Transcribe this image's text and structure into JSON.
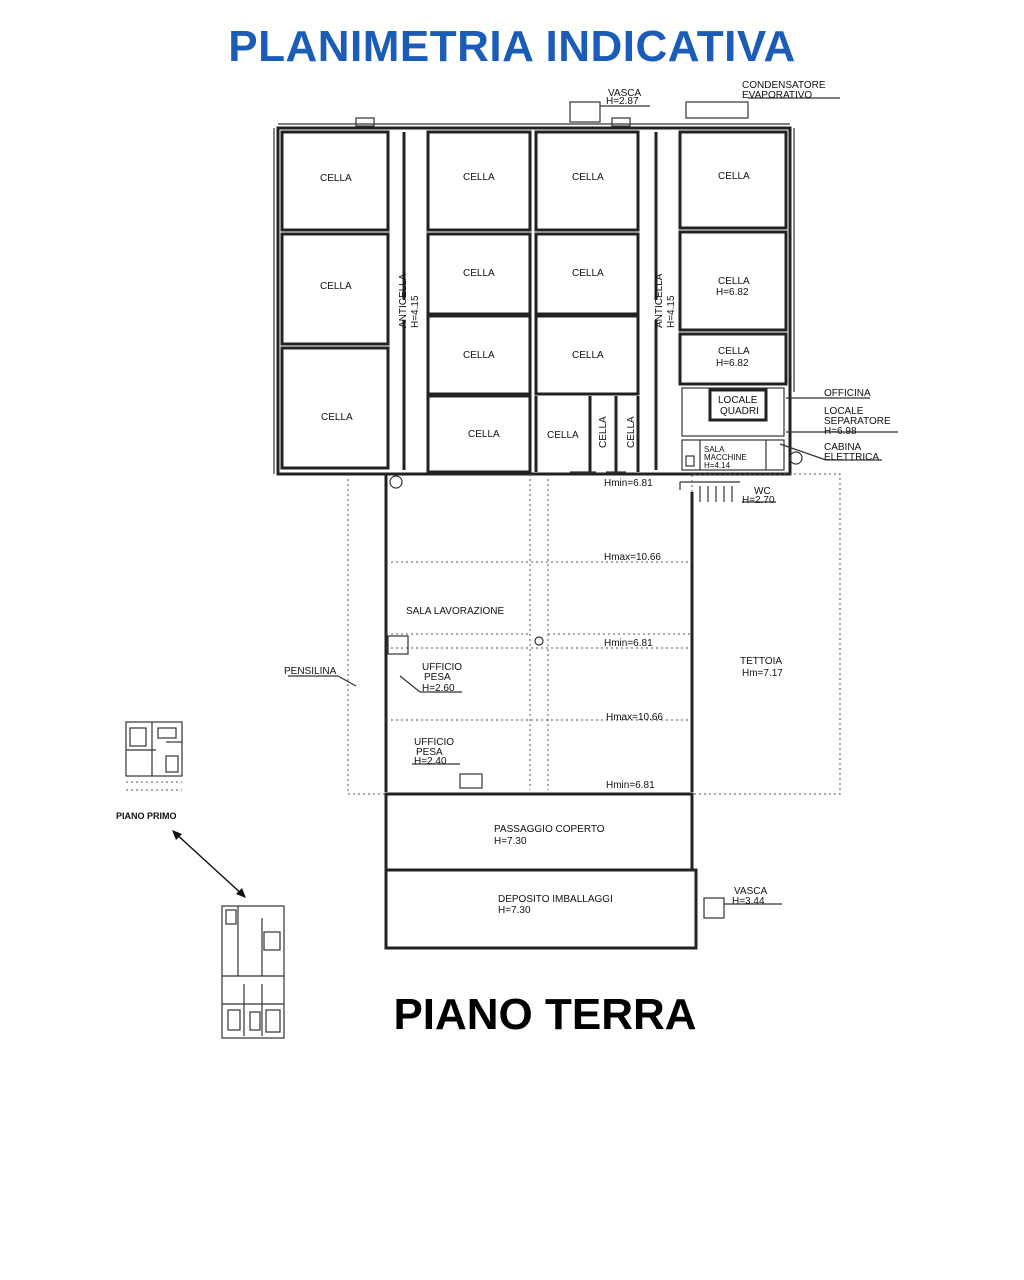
{
  "title": "PLANIMETRIA INDICATIVA",
  "floor_label": "PIANO TERRA",
  "mini_label": "PIANO PRIMO",
  "rooms": {
    "cella": "CELLA",
    "cella_h682": "H=6.82",
    "anticella": "ANTICELLA",
    "anticella_h": "H=4.15",
    "vasca_top": "VASCA",
    "vasca_top_h": "H=2.87",
    "condensatore_1": "CONDENSATORE",
    "condensatore_2": "EVAPORATIVO",
    "officina": "OFFICINA",
    "locale_quadri_1": "LOCALE",
    "locale_quadri_2": "QUADRI",
    "locale_sep_1": "LOCALE",
    "locale_sep_2": "SEPARATORE",
    "locale_sep_h": "H=6.98",
    "cabina_1": "CABINA",
    "cabina_2": "ELETTRICA",
    "sala_macchine_1": "SALA",
    "sala_macchine_2": "MACCHINE",
    "sala_macchine_h": "H=4.14",
    "wc": "WC",
    "wc_h": "H=2.70",
    "hmin": "Hmin=6.81",
    "hmax": "Hmax=10.66",
    "sala_lavorazione": "SALA LAVORAZIONE",
    "ufficio": "UFFICIO",
    "pesa": "PESA",
    "ufficio1_h": "H=2.60",
    "ufficio2_h": "H=2.40",
    "pensilina": "PENSILINA",
    "tettoia": "TETTOIA",
    "tettoia_h": "Hm=7.17",
    "passaggio": "PASSAGGIO COPERTO",
    "passaggio_h": "H=7.30",
    "deposito": "DEPOSITO IMBALLAGGI",
    "deposito_h": "H=7.30",
    "vasca_bottom": "VASCA",
    "vasca_bottom_h": "H=3.44"
  }
}
